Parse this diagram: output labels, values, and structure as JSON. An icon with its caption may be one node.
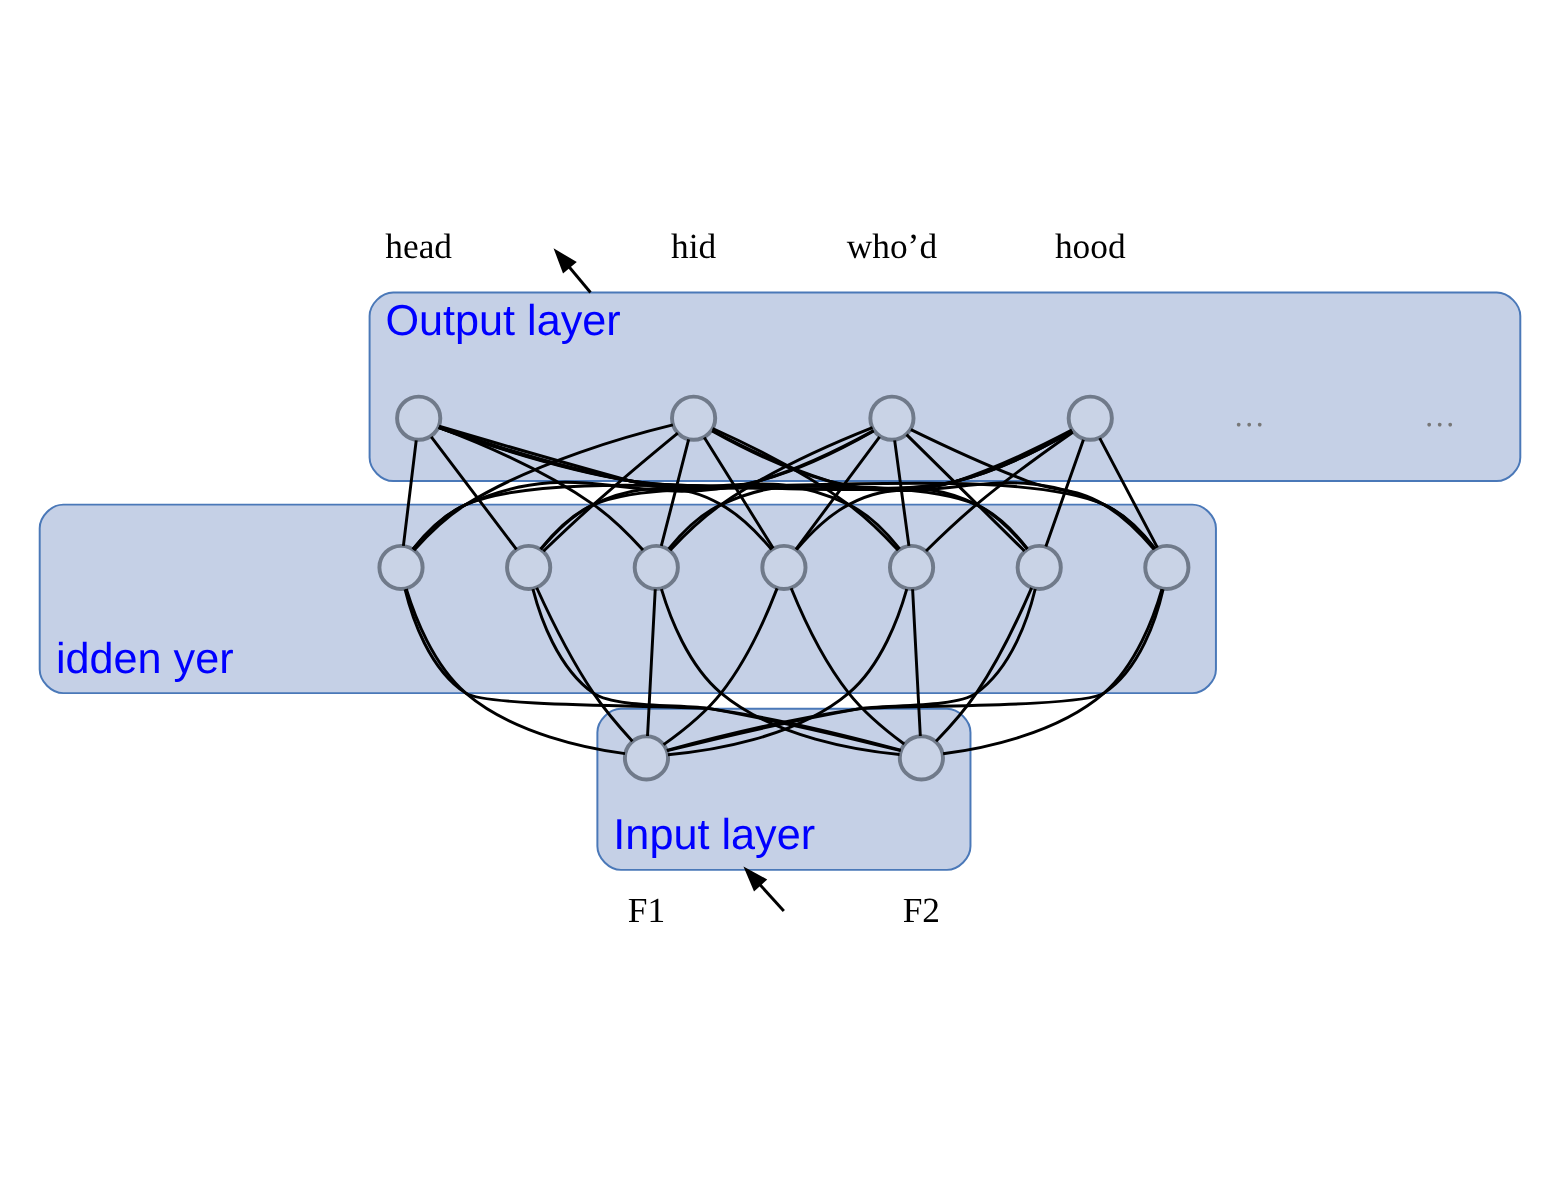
{
  "diagram": {
    "nodes": [
      {
        "text": [
          "Output layer"
        ]
      },
      {
        "text": [],
        "shape": "circle",
        "in": 0,
        "beside": [
          "head"
        ]
      },
      {
        "text": [],
        "shape": "circle",
        "in": 0,
        "beside": [
          "hid"
        ]
      },
      {
        "text": [],
        "shape": "circle",
        "in": 0,
        "beside": [
          "who’d"
        ]
      },
      {
        "text": [],
        "shape": "circle",
        "in": 0,
        "beside": [
          "hood"
        ]
      },
      {
        "text": [
          "idden yer"
        ]
      },
      {
        "text": [],
        "shape": "circle",
        "in": 5
      },
      {
        "text": [],
        "shape": "circle",
        "in": 5
      },
      {
        "text": [],
        "shape": "circle",
        "in": 5
      },
      {
        "text": [],
        "shape": "circle",
        "in": 5
      },
      {
        "text": [],
        "shape": "circle",
        "in": 5
      },
      {
        "text": [],
        "shape": "circle",
        "in": 5
      },
      {
        "text": [],
        "shape": "circle",
        "in": 5
      },
      {
        "text": [
          "Input layer"
        ]
      },
      {
        "text": [],
        "shape": "circle",
        "in": 13,
        "beside": [
          "F1"
        ]
      },
      {
        "text": [],
        "shape": "circle",
        "in": 13,
        "beside": [
          "F2"
        ]
      }
    ],
    "edges": [
      {
        "from": null,
        "to": 13,
        "arrow": "to"
      },
      {
        "from": 14,
        "to": 6,
        "arrow": "none"
      },
      {
        "from": 14,
        "to": 7,
        "arrow": "none"
      },
      {
        "from": 14,
        "to": 8,
        "arrow": "none"
      },
      {
        "from": 14,
        "to": 9,
        "arrow": "none"
      },
      {
        "from": 14,
        "to": 10,
        "arrow": "none"
      },
      {
        "from": 14,
        "to": 11,
        "arrow": "none"
      },
      {
        "from": 14,
        "to": 12,
        "arrow": "none"
      },
      {
        "from": 15,
        "to": 6,
        "arrow": "none"
      },
      {
        "from": 15,
        "to": 7,
        "arrow": "none"
      },
      {
        "from": 15,
        "to": 8,
        "arrow": "none"
      },
      {
        "from": 15,
        "to": 9,
        "arrow": "none"
      },
      {
        "from": 15,
        "to": 10,
        "arrow": "none"
      },
      {
        "from": 15,
        "to": 11,
        "arrow": "none"
      },
      {
        "from": 15,
        "to": 12,
        "arrow": "none"
      },
      {
        "from": 6,
        "to": 1,
        "arrow": "none"
      },
      {
        "from": 6,
        "to": 2,
        "arrow": "none"
      },
      {
        "from": 6,
        "to": 3,
        "arrow": "none"
      },
      {
        "from": 6,
        "to": 4,
        "arrow": "none"
      },
      {
        "from": 7,
        "to": 1,
        "arrow": "none"
      },
      {
        "from": 7,
        "to": 2,
        "arrow": "none"
      },
      {
        "from": 7,
        "to": 3,
        "arrow": "none"
      },
      {
        "from": 7,
        "to": 4,
        "arrow": "none"
      },
      {
        "from": 8,
        "to": 1,
        "arrow": "none"
      },
      {
        "from": 8,
        "to": 2,
        "arrow": "none"
      },
      {
        "from": 8,
        "to": 3,
        "arrow": "none"
      },
      {
        "from": 8,
        "to": 4,
        "arrow": "none"
      },
      {
        "from": 9,
        "to": 1,
        "arrow": "none"
      },
      {
        "from": 9,
        "to": 2,
        "arrow": "none"
      },
      {
        "from": 9,
        "to": 3,
        "arrow": "none"
      },
      {
        "from": 9,
        "to": 4,
        "arrow": "none"
      },
      {
        "from": 10,
        "to": 1,
        "arrow": "none"
      },
      {
        "from": 10,
        "to": 2,
        "arrow": "none"
      },
      {
        "from": 10,
        "to": 3,
        "arrow": "none"
      },
      {
        "from": 10,
        "to": 4,
        "arrow": "none"
      },
      {
        "from": 11,
        "to": 1,
        "arrow": "none"
      },
      {
        "from": 11,
        "to": 2,
        "arrow": "none"
      },
      {
        "from": 11,
        "to": 3,
        "arrow": "none"
      },
      {
        "from": 11,
        "to": 4,
        "arrow": "none"
      },
      {
        "from": 12,
        "to": 1,
        "arrow": "none"
      },
      {
        "from": 12,
        "to": 2,
        "arrow": "none"
      },
      {
        "from": 12,
        "to": 3,
        "arrow": "none"
      },
      {
        "from": 12,
        "to": 4,
        "arrow": "none"
      },
      {
        "from": 0,
        "to": null,
        "arrow": "to"
      }
    ],
    "labels": [
      "…",
      "…"
    ]
  }
}
